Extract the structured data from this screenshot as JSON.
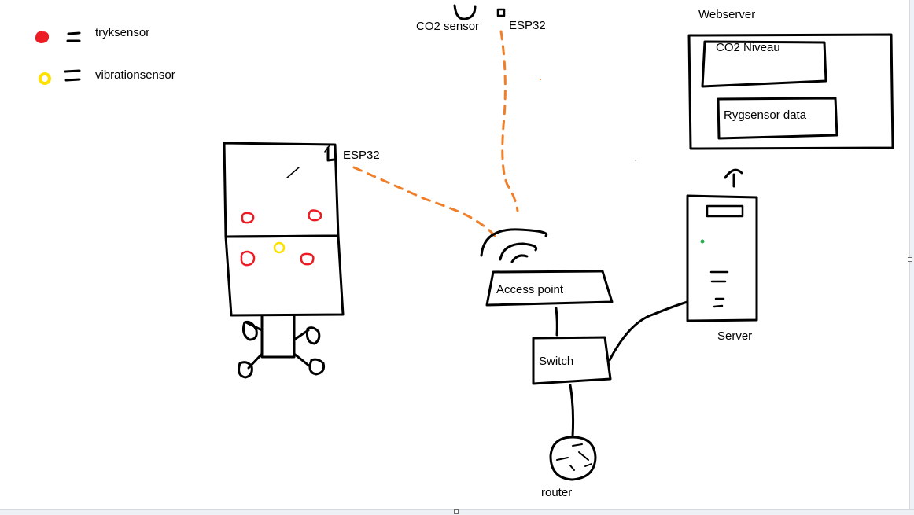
{
  "legend": {
    "items": [
      {
        "label": "tryksensor",
        "color": "#ed1c24"
      },
      {
        "label": "vibrationsensor",
        "color": "#ffe100"
      }
    ]
  },
  "nodes": {
    "co2_sensor": "CO2 sensor",
    "esp32_top": "ESP32",
    "esp32_chair": "ESP32",
    "access_point": "Access point",
    "switch": "Switch",
    "router": "router",
    "server": "Server",
    "webserver": {
      "title": "Webserver",
      "panel_co2": "CO2 Niveau",
      "panel_back": "Rygsensor data"
    }
  },
  "colors": {
    "ink": "#000000",
    "wireless_link": "#f07f2a",
    "pressure_sensor": "#ed1c24",
    "vibration_sensor": "#ffe100",
    "server_led": "#22b14c"
  }
}
